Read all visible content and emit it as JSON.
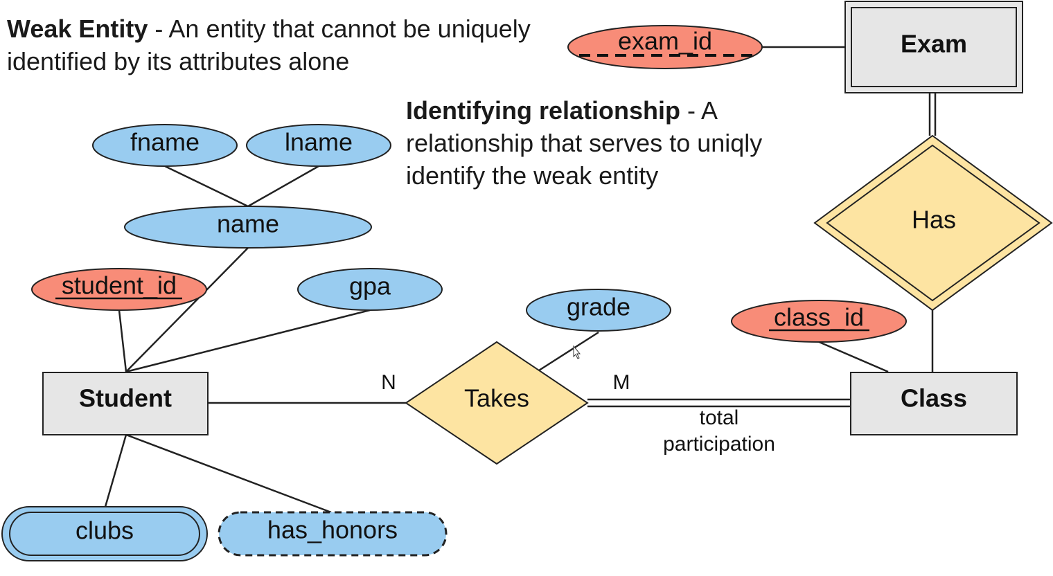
{
  "notes": {
    "weak_entity": {
      "term": "Weak Entity",
      "definition": " - An entity that cannot be uniquely identified by its attributes alone"
    },
    "identifying_relationship": {
      "term": "Identifying relationship",
      "definition": " - A relationship that serves to uniqly identify the weak entity"
    }
  },
  "entities": {
    "student": "Student",
    "class": "Class",
    "exam": "Exam"
  },
  "relationships": {
    "takes": "Takes",
    "has": "Has"
  },
  "attributes": {
    "fname": "fname",
    "lname": "lname",
    "name": "name",
    "student_id": "student_id",
    "gpa": "gpa",
    "grade": "grade",
    "class_id": "class_id",
    "exam_id": "exam_id",
    "clubs": "clubs",
    "has_honors": "has_honors"
  },
  "cardinality": {
    "n": "N",
    "m": "M"
  },
  "annotations": {
    "total_participation_line1": "total",
    "total_participation_line2": "participation"
  },
  "colors": {
    "attribute": "#99ccf0",
    "key_attribute": "#f88c78",
    "entity": "#e6e6e6",
    "relationship": "#fde4a2",
    "stroke": "#222222"
  }
}
